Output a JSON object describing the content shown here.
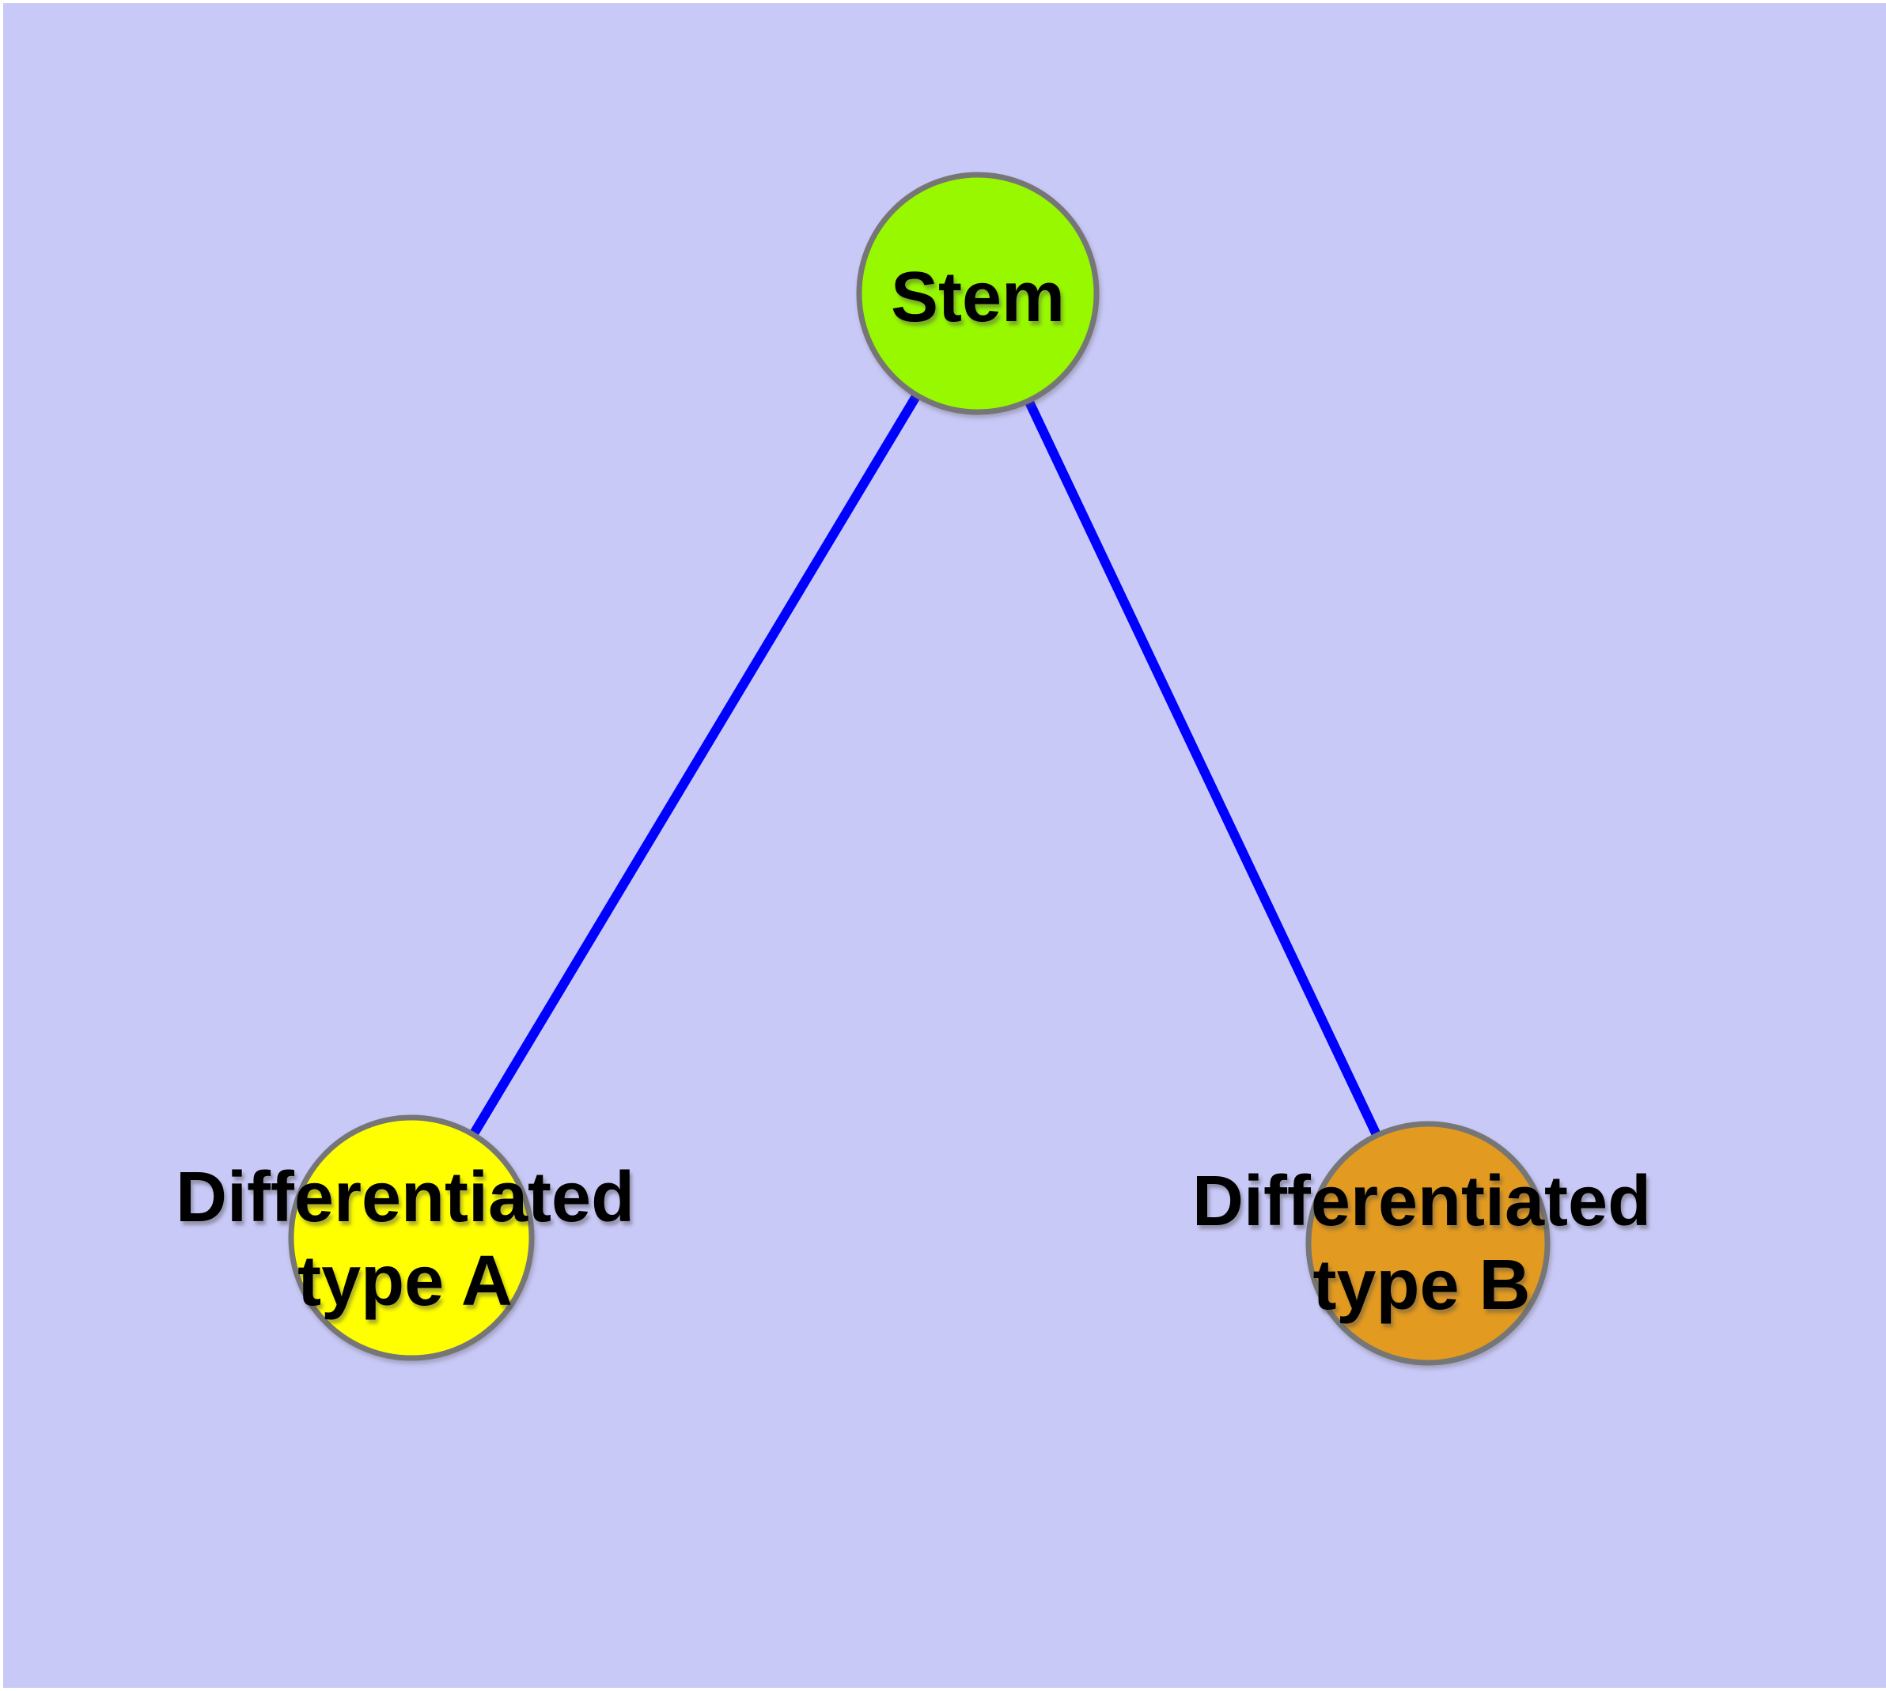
{
  "colors": {
    "background": "#c9c9f8",
    "edge": "#0000ff",
    "nodeBorder": "#767676"
  },
  "diagram": {
    "type": "graph",
    "description": "Cell differentiation hierarchy: one stem node connected to two differentiated type nodes",
    "nodes": [
      {
        "id": "stem",
        "label": "Stem",
        "color": "#97f800"
      },
      {
        "id": "diff-a",
        "label": "Differentiated\ntype A",
        "color": "#ffff00"
      },
      {
        "id": "diff-b",
        "label": "Differentiated\ntype B",
        "color": "#e29a20"
      }
    ],
    "edges": [
      {
        "from": "stem",
        "to": "diff-a"
      },
      {
        "from": "stem",
        "to": "diff-b"
      }
    ]
  }
}
